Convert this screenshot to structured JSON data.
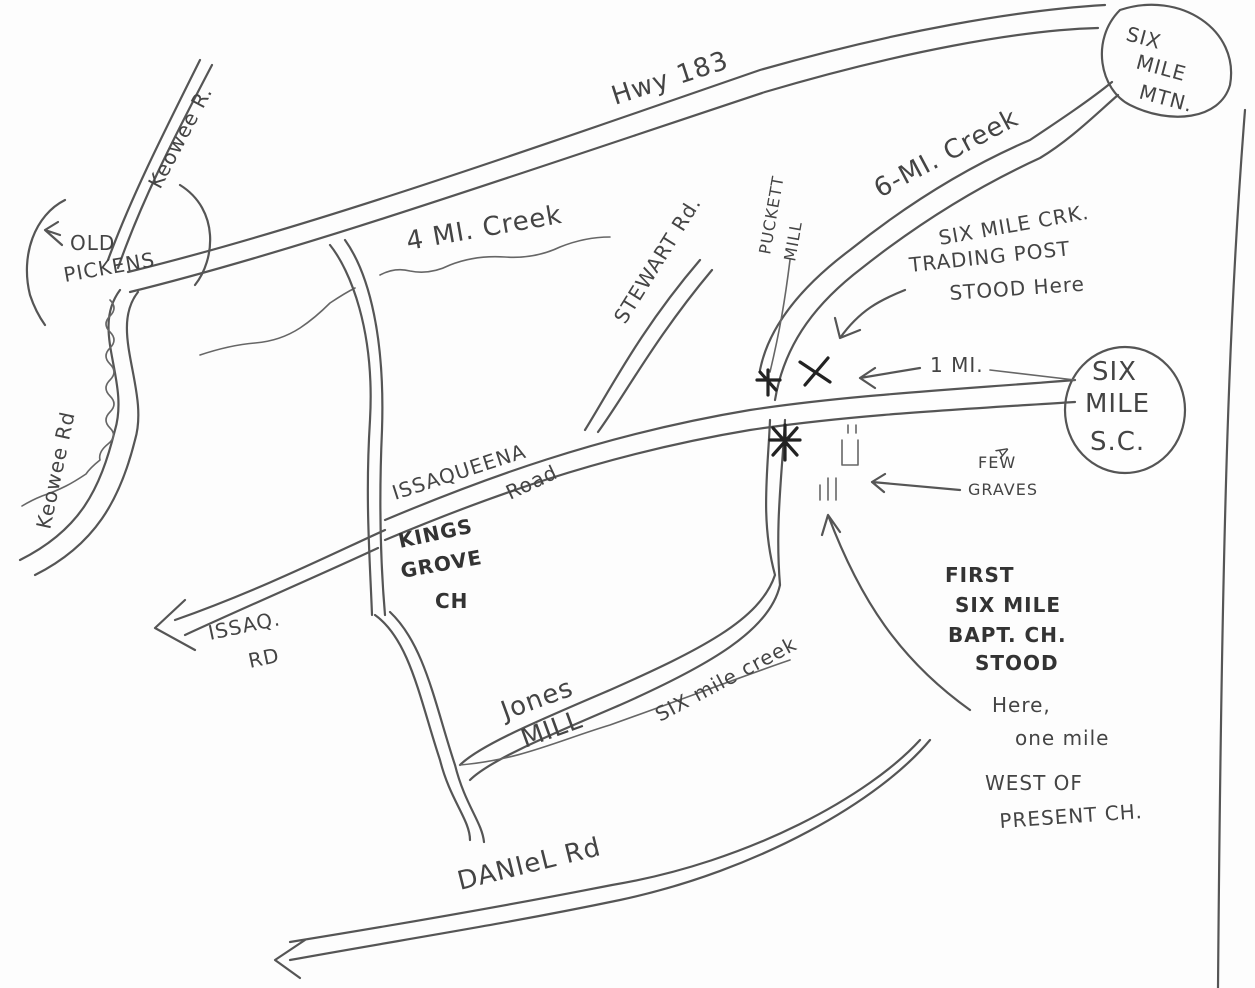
{
  "labels": {
    "hwy183": "Hwy 183",
    "six_mile_mtn_1": "SIX",
    "six_mile_mtn_2": "MILE",
    "six_mile_mtn_3": "MTN.",
    "keowee_r_top": "Keowee R.",
    "old_pickens_1": "OLD",
    "old_pickens_2": "PICKENS",
    "keowee_rd": "Keowee Rd",
    "four_mi_creek": "4 MI. Creek",
    "stewart_rd": "STEWART Rd.",
    "puckett_mill_1": "PUCKETT",
    "puckett_mill_2": "MILL",
    "six_mi_creek_top": "6-MI. Creek",
    "trading_post_1": "SIX MILE CRK.",
    "trading_post_2": "TRADING POST",
    "trading_post_3": "STOOD Here",
    "one_mi": "1 MI.",
    "six_mile_sc_1": "SIX",
    "six_mile_sc_2": "MILE",
    "six_mile_sc_3": "S.C.",
    "issaqueena": "ISSAQUEENA",
    "road": "Road",
    "kings_grove_1": "KINGS",
    "kings_grove_2": "GROVE",
    "kings_grove_3": "CH",
    "a_few_graves_1": "A",
    "a_few_graves_2": "FEW",
    "a_few_graves_3": "GRAVES",
    "issaq_rd_1": "ISSAQ.",
    "issaq_rd_2": "RD",
    "jones_mill_1": "Jones",
    "jones_mill_2": "MILL",
    "six_mile_creek_bottom": "SIX mile creek",
    "first_church_1": "FIRST",
    "first_church_2": "SIX MILE",
    "first_church_3": "BAPT. CH.",
    "first_church_4": "STOOD",
    "first_church_5": "Here,",
    "first_church_6": "one mile",
    "first_church_7": "WEST OF",
    "first_church_8": "PRESENT CH.",
    "daniel_rd": "DANIeL Rd"
  }
}
